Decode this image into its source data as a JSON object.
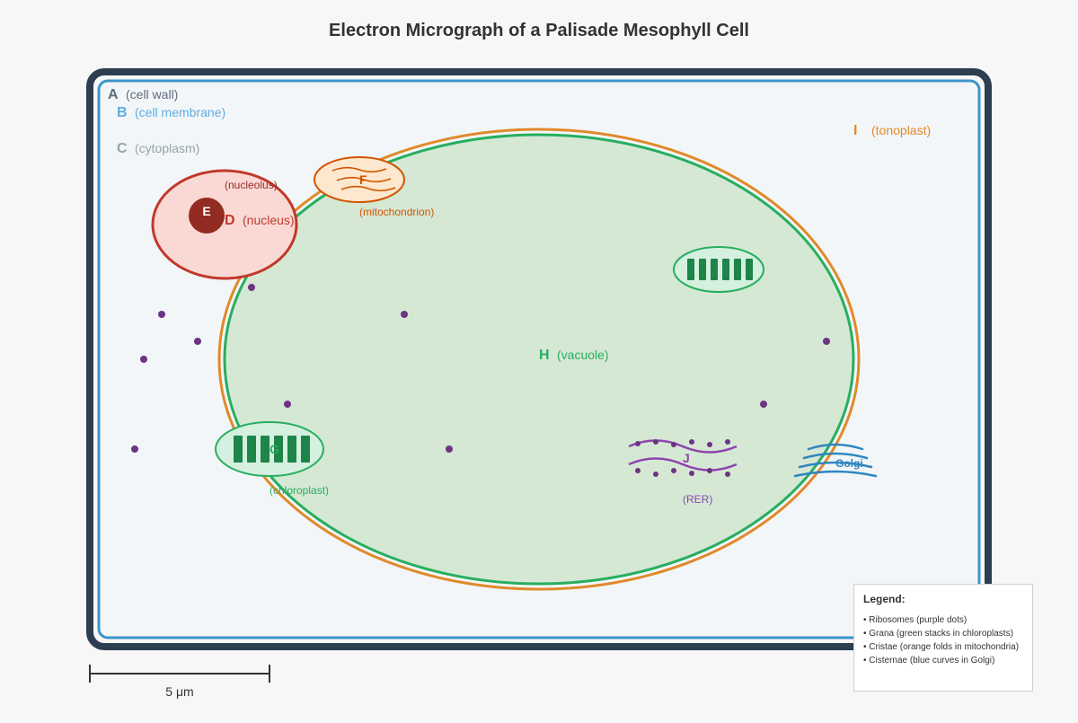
{
  "title": "Electron Micrograph of a Palisade Mesophyll Cell",
  "labels": {
    "cell_wall": {
      "letter": "A",
      "name": "(cell wall)"
    },
    "cell_membrane": {
      "letter": "B",
      "name": "(cell membrane)"
    },
    "cytoplasm": {
      "letter": "C",
      "name": "(cytoplasm)"
    },
    "nucleus": {
      "letter": "D",
      "name": "(nucleus)"
    },
    "nucleolus": {
      "letter": "E",
      "name": "(nucleolus)"
    },
    "mitochondrion": {
      "letter": "F",
      "name": "(mitochondrion)"
    },
    "chloroplast": {
      "letter": "G",
      "name": "(chloroplast)"
    },
    "vacuole": {
      "letter": "H",
      "name": "(vacuole)"
    },
    "tonoplast": {
      "letter": "I",
      "name": "(tonoplast)"
    },
    "rer": {
      "letter": "J",
      "name": "(RER)"
    },
    "golgi": {
      "name": "Golgi"
    }
  },
  "legend": {
    "title": "Legend:",
    "items": [
      "• Ribosomes (purple dots)",
      "• Grana (green stacks in chloroplasts)",
      "• Cristae (orange folds in mitochondria)",
      "• Cisternae (blue curves in Golgi)"
    ]
  },
  "scale_bar": {
    "label": "5 μm"
  },
  "colors": {
    "cell_wall": "#2c3e50",
    "cell_membrane": "#3d94c9",
    "cytoplasm_fill": "#f3f6f8",
    "vacuole_fill": "#d5e8d4",
    "vacuole_membrane": "#27ae60",
    "tonoplast": "#e08a2c",
    "nucleus_fill": "#fad9d5",
    "nucleus_stroke": "#c0392b",
    "nucleolus": "#922b21",
    "mitochondrion_fill": "#fde8cf",
    "mitochondrion_stroke": "#d35400",
    "chloroplast_fill": "#d5f0de",
    "grana": "#1e8449",
    "ribosome": "#6c3483",
    "rer": "#8e44ad",
    "golgi": "#2e86c1"
  }
}
